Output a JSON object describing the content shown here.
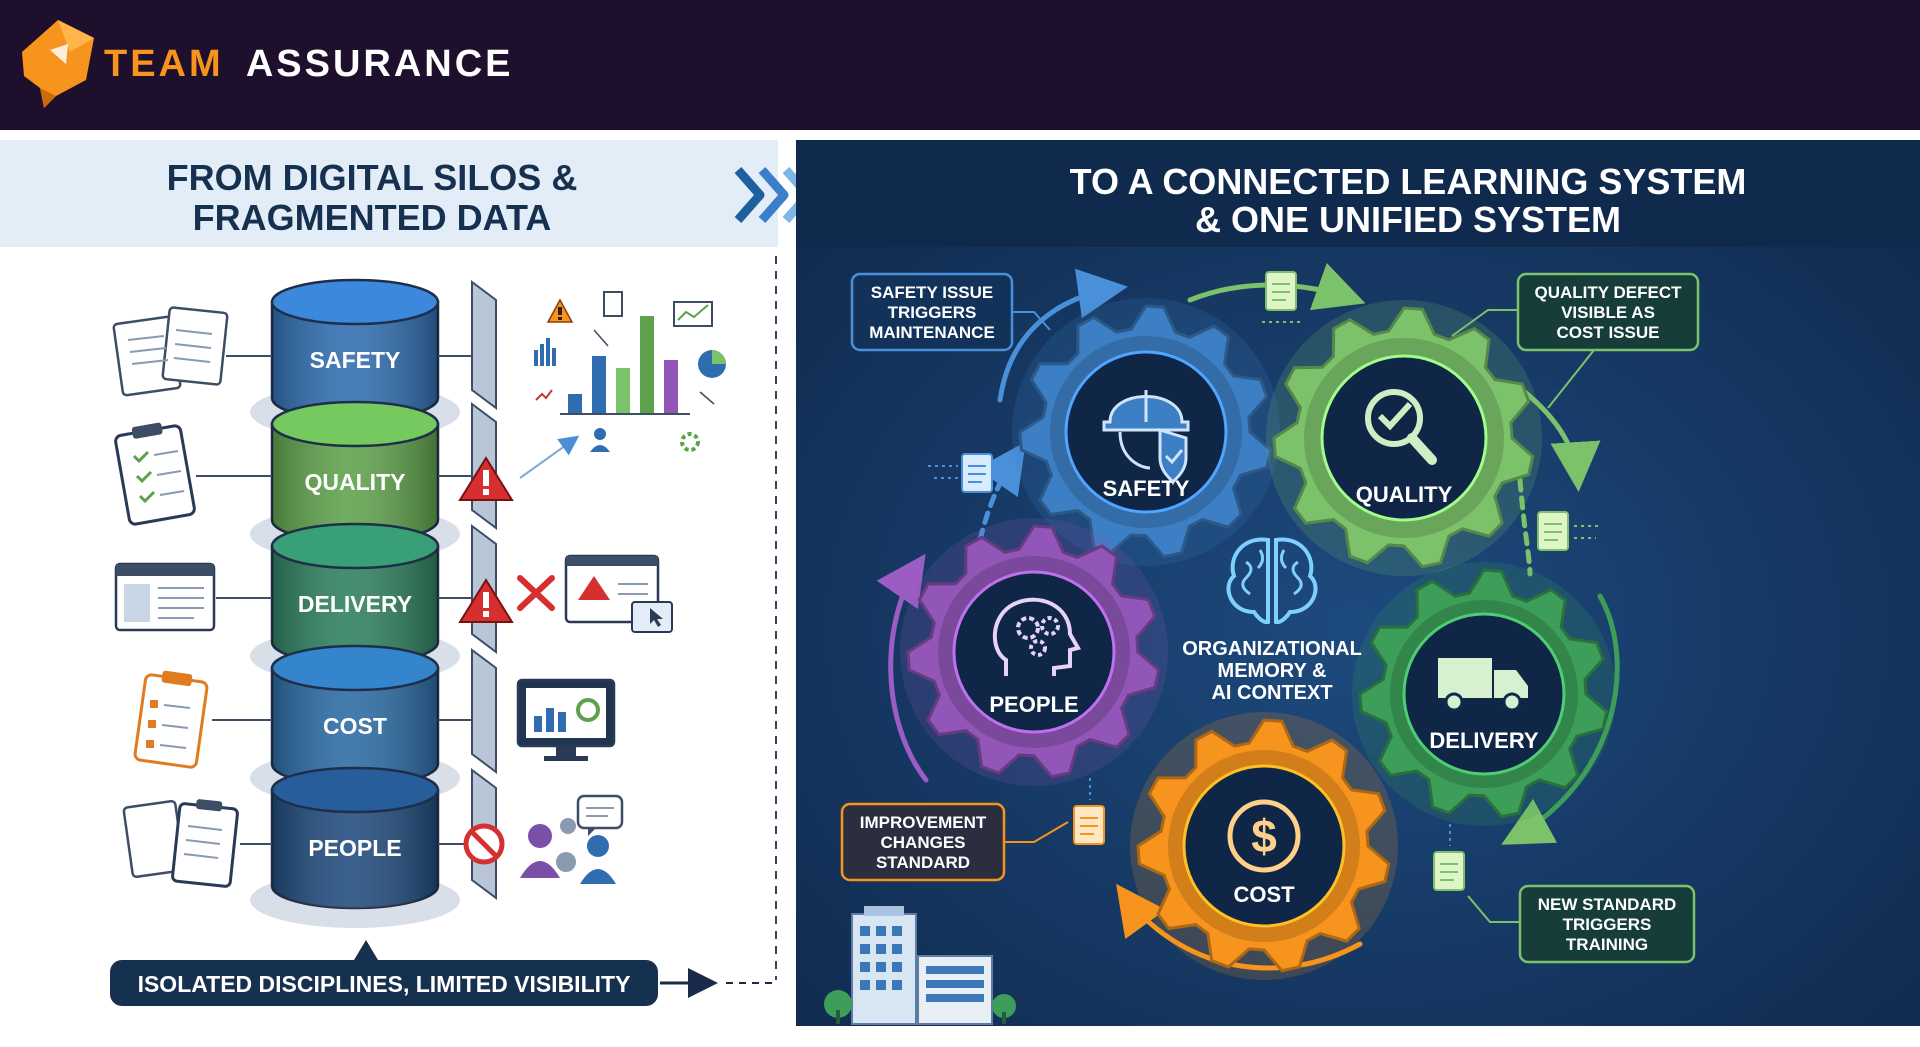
{
  "brand": {
    "part1": "TEAM",
    "part2": "ASSURANCE"
  },
  "left": {
    "title_line1": "FROM DIGITAL SILOS &",
    "title_line2": "FRAGMENTED DATA",
    "silos": [
      {
        "label": "SAFETY",
        "color": "#2f6db0"
      },
      {
        "label": "QUALITY",
        "color": "#5ea14b"
      },
      {
        "label": "DELIVERY",
        "color": "#2d7f5e"
      },
      {
        "label": "COST",
        "color": "#2a6aa3"
      },
      {
        "label": "PEOPLE",
        "color": "#1f4a7c"
      }
    ],
    "footer": "ISOLATED DISCIPLINES, LIMITED VISIBILITY"
  },
  "right": {
    "title_line1": "TO A CONNECTED LEARNING SYSTEM",
    "title_line2": "& ONE UNIFIED SYSTEM",
    "gears": {
      "safety": "SAFETY",
      "quality": "QUALITY",
      "people": "PEOPLE",
      "delivery": "DELIVERY",
      "cost": "COST"
    },
    "center": [
      "ORGANIZATIONAL",
      "MEMORY &",
      "AI CONTEXT"
    ],
    "callouts": {
      "safety_issue": [
        "SAFETY ISSUE",
        "TRIGGERS",
        "MAINTENANCE"
      ],
      "quality_defect": [
        "QUALITY DEFECT",
        "VISIBLE AS",
        "COST ISSUE"
      ],
      "improvement": [
        "IMPROVEMENT",
        "CHANGES",
        "STANDARD"
      ],
      "new_standard": [
        "NEW STANDARD",
        "TRIGGERS",
        "TRAINING"
      ]
    }
  },
  "colors": {
    "header_bg": "#1e0f2c",
    "brand_orange": "#f7941d",
    "right_bg": "#143660",
    "safety": "#3d7fc4",
    "quality": "#7cc26b",
    "people": "#9156b8",
    "delivery": "#3c9e58",
    "cost": "#f7941d"
  }
}
